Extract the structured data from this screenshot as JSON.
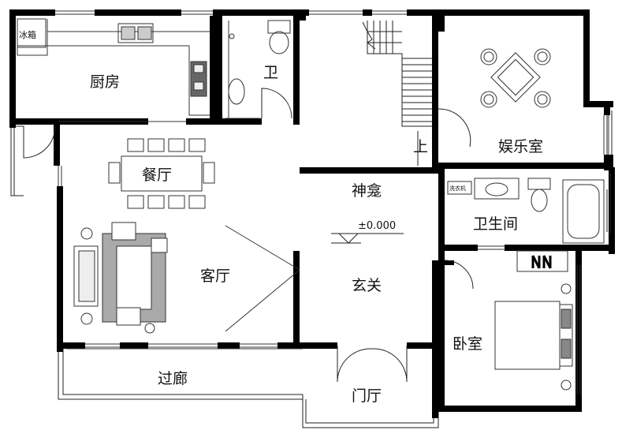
{
  "plan": {
    "rooms": {
      "kitchen": "厨房",
      "fridge": "冰箱",
      "toilet": "卫",
      "stair_up": "上",
      "entertainment": "娱乐室",
      "dining": "餐厅",
      "shrine": "神龛",
      "bathroom": "卫生间",
      "washer": "洗衣机",
      "living": "客厅",
      "foyer": "玄关",
      "bedroom": "卧室",
      "corridor": "过廊",
      "entry_hall": "门厅"
    },
    "elevation": "±0.000"
  }
}
